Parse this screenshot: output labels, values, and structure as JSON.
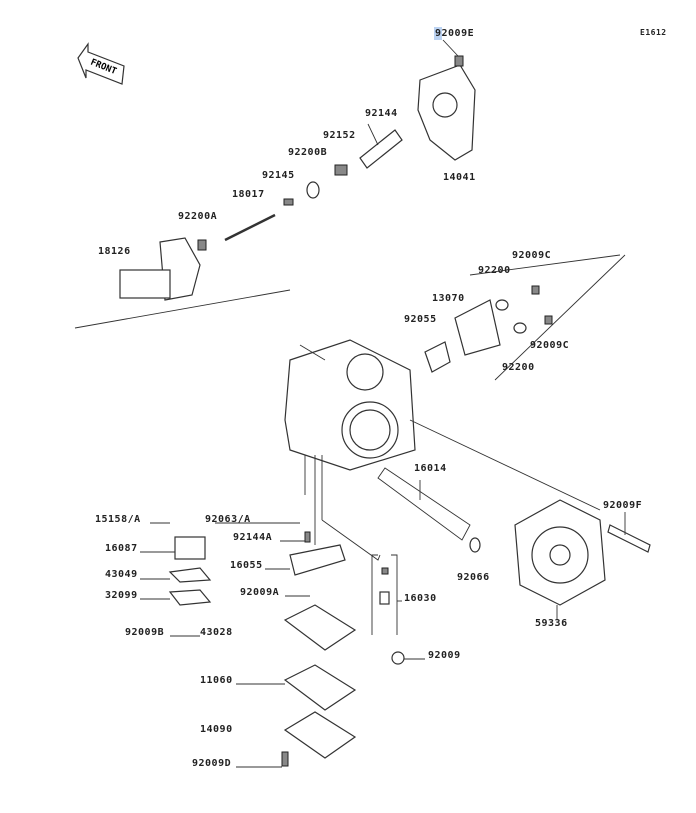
{
  "diagram_code": "E1612",
  "front_marker": "FRONT",
  "labels": [
    {
      "part": "92009E"
    },
    {
      "part": "92144"
    },
    {
      "part": "92152"
    },
    {
      "part": "92200B"
    },
    {
      "part": "92145"
    },
    {
      "part": "18017"
    },
    {
      "part": "92200A"
    },
    {
      "part": "14041"
    },
    {
      "part": "18126"
    },
    {
      "part": "92009C"
    },
    {
      "part": "92200"
    },
    {
      "part": "13070"
    },
    {
      "part": "92055"
    },
    {
      "part": "92009C"
    },
    {
      "part": "92200"
    },
    {
      "part": "16014"
    },
    {
      "part": "15158/A"
    },
    {
      "part": "92063/A"
    },
    {
      "part": "92144A"
    },
    {
      "part": "16087"
    },
    {
      "part": "16055"
    },
    {
      "part": "43049"
    },
    {
      "part": "92009A"
    },
    {
      "part": "32099"
    },
    {
      "part": "16030"
    },
    {
      "part": "92066"
    },
    {
      "part": "59336"
    },
    {
      "part": "92009F"
    },
    {
      "part": "92009B"
    },
    {
      "part": "43028"
    },
    {
      "part": "92009"
    },
    {
      "part": "11060"
    },
    {
      "part": "14090"
    },
    {
      "part": "92009D"
    }
  ],
  "highlight_color": "#bcd3f2"
}
